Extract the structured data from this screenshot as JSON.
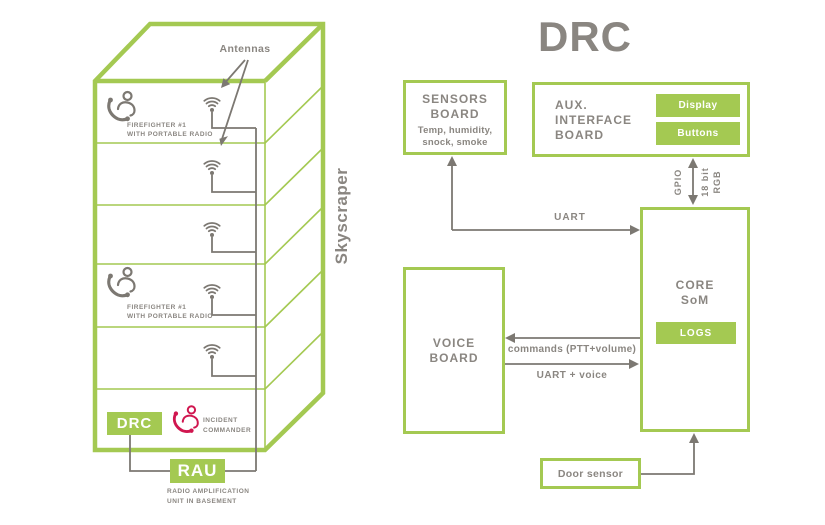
{
  "colors": {
    "green": "#a4c952",
    "text_gray": "#8a8681",
    "line_gray": "#7c7872",
    "crimson": "#d0164f"
  },
  "left_panel": {
    "antennas_label": "Antennas",
    "skyscraper_label": "Skyscraper",
    "firefighter_top": {
      "line1": "FIREFIGHTER #1",
      "line2": "WITH PORTABLE RADIO"
    },
    "firefighter_mid": {
      "line1": "FIREFIGHTER #1",
      "line2": "WITH PORTABLE RADIO"
    },
    "drc_node": "DRC",
    "incident_commander": {
      "line1": "INCIDENT",
      "line2": "COMMANDER"
    },
    "rau_node": "RAU",
    "rau_caption": {
      "line1": "RADIO AMPLIFICATION",
      "line2": "UNIT IN BASEMENT"
    }
  },
  "right_panel": {
    "title": "DRC",
    "sensors_board": {
      "title_line1": "SENSORS",
      "title_line2": "BOARD",
      "desc_line1": "Temp, humidity,",
      "desc_line2": "snock, smoke"
    },
    "aux_board": {
      "title_line1": "AUX.",
      "title_line2": "INTERFACE",
      "title_line3": "BOARD",
      "display_button": "Display",
      "buttons_button": "Buttons"
    },
    "core_som": {
      "title_line1": "CORE",
      "title_line2": "SoM",
      "logs_button": "LOGS"
    },
    "voice_board": {
      "title_line1": "VOICE",
      "title_line2": "BOARD"
    },
    "door_sensor": "Door sensor",
    "labels": {
      "gpio": "GPIO",
      "rgb_line1": "18 bit",
      "rgb_line2": "RGB",
      "uart": "UART",
      "commands": "commands (PTT+volume)",
      "uart_voice": "UART + voice"
    }
  }
}
